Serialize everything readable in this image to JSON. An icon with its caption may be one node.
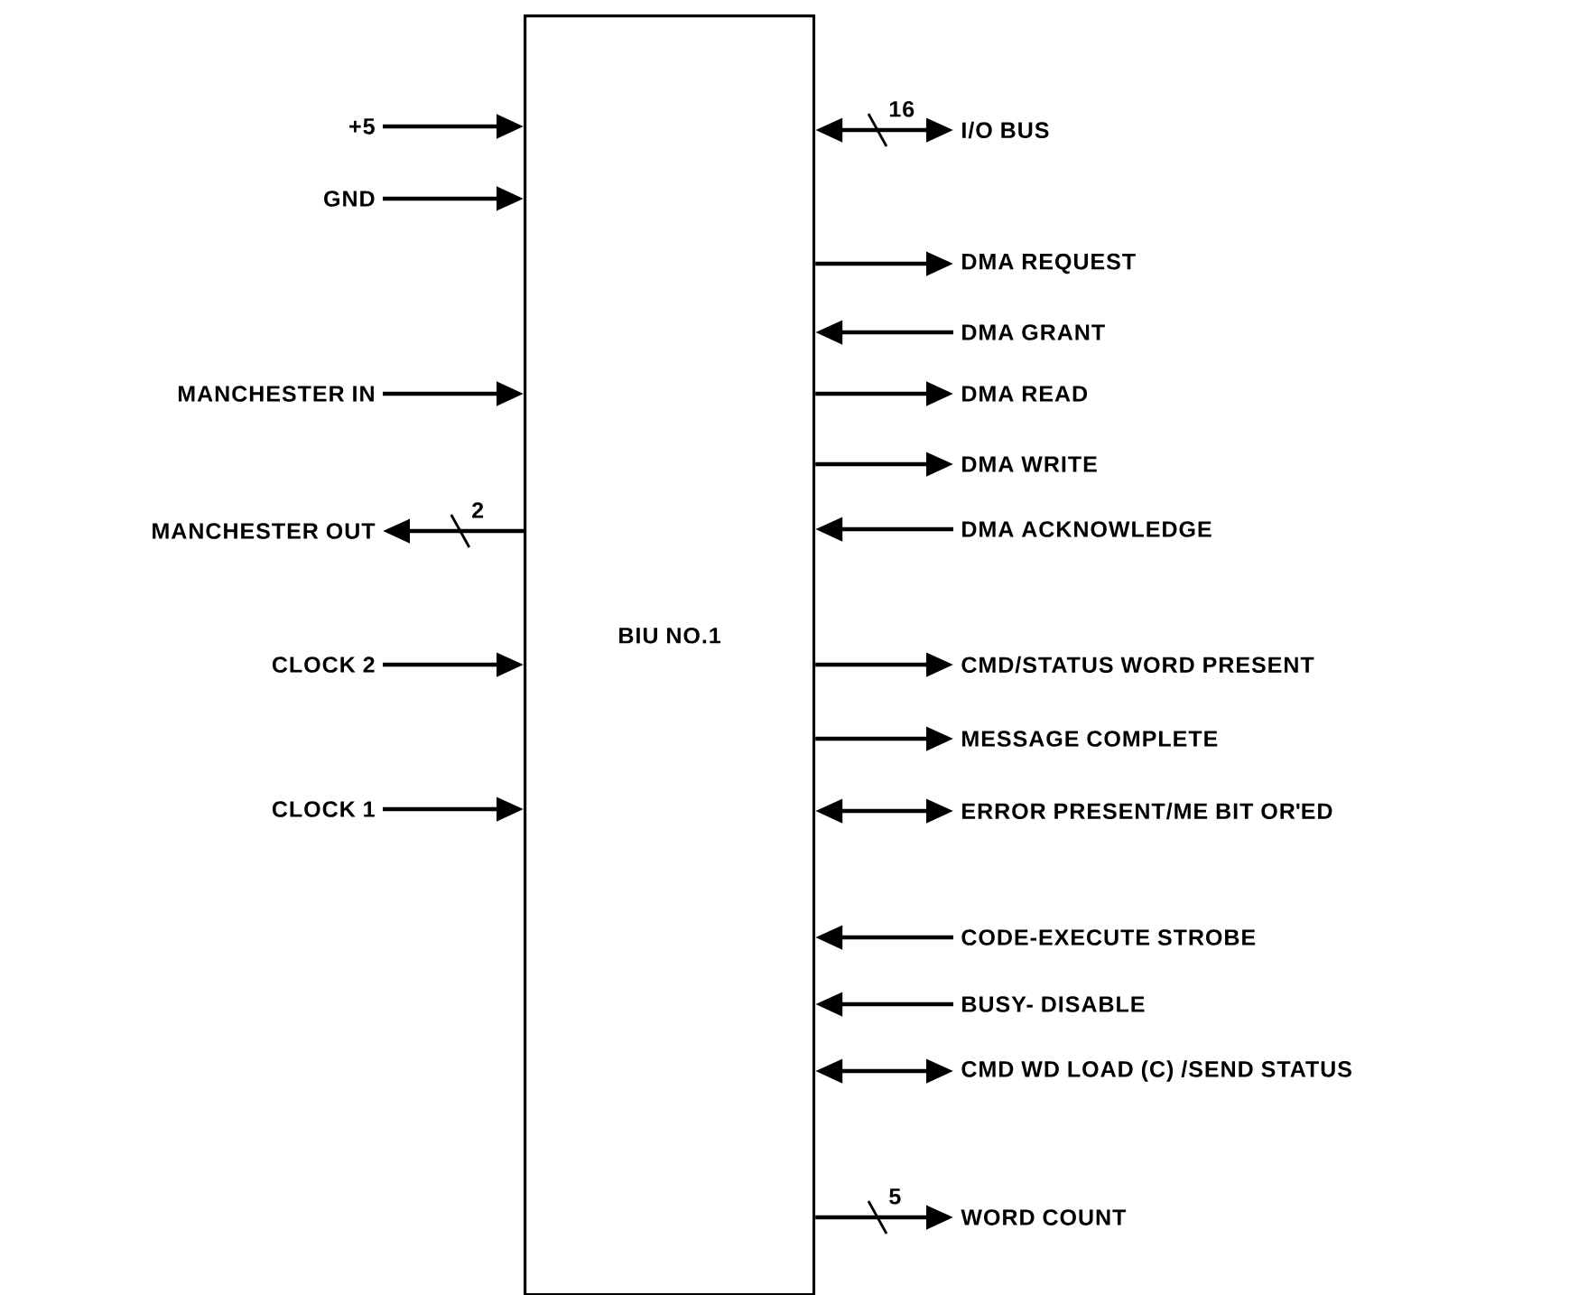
{
  "diagram": {
    "nodes": [
      {
        "text": [
          "BIU NO.1"
        ]
      },
      {
        "text": [
          "+5"
        ]
      },
      {
        "text": [
          "GND"
        ]
      },
      {
        "text": [
          "MANCHESTER IN"
        ]
      },
      {
        "text": [
          "MANCHESTER OUT"
        ]
      },
      {
        "text": [
          "CLOCK 2"
        ]
      },
      {
        "text": [
          "CLOCK 1"
        ]
      },
      {
        "text": [
          "I/O BUS"
        ]
      },
      {
        "text": [
          "DMA REQUEST"
        ]
      },
      {
        "text": [
          "DMA GRANT"
        ]
      },
      {
        "text": [
          "DMA READ"
        ]
      },
      {
        "text": [
          "DMA WRITE"
        ]
      },
      {
        "text": [
          "DMA ACKNOWLEDGE"
        ]
      },
      {
        "text": [
          "CMD/STATUS WORD PRESENT"
        ]
      },
      {
        "text": [
          "MESSAGE COMPLETE"
        ]
      },
      {
        "text": [
          "ERROR PRESENT/ME BIT OR'ED"
        ]
      },
      {
        "text": [
          "CODE-EXECUTE STROBE"
        ]
      },
      {
        "text": [
          "BUSY- DISABLE"
        ]
      },
      {
        "text": [
          "CMD WD LOAD (C) /SEND STATUS"
        ]
      },
      {
        "text": [
          "WORD COUNT"
        ]
      }
    ],
    "edges": [
      {
        "from": 1,
        "to": 0,
        "arrow": "to"
      },
      {
        "from": 2,
        "to": 0,
        "arrow": "to"
      },
      {
        "from": 3,
        "to": 0,
        "arrow": "to"
      },
      {
        "from": 0,
        "to": 4,
        "arrow": "to",
        "label": "2"
      },
      {
        "from": 5,
        "to": 0,
        "arrow": "to"
      },
      {
        "from": 6,
        "to": 0,
        "arrow": "to"
      },
      {
        "from": 0,
        "to": 7,
        "arrow": "both",
        "label": "16"
      },
      {
        "from": 0,
        "to": 8,
        "arrow": "to"
      },
      {
        "from": 9,
        "to": 0,
        "arrow": "to"
      },
      {
        "from": 0,
        "to": 10,
        "arrow": "to"
      },
      {
        "from": 0,
        "to": 11,
        "arrow": "to"
      },
      {
        "from": 12,
        "to": 0,
        "arrow": "to"
      },
      {
        "from": 0,
        "to": 13,
        "arrow": "to"
      },
      {
        "from": 0,
        "to": 14,
        "arrow": "to"
      },
      {
        "from": 0,
        "to": 15,
        "arrow": "both"
      },
      {
        "from": 16,
        "to": 0,
        "arrow": "to"
      },
      {
        "from": 17,
        "to": 0,
        "arrow": "to"
      },
      {
        "from": 0,
        "to": 18,
        "arrow": "both"
      },
      {
        "from": 0,
        "to": 19,
        "arrow": "to",
        "label": "5"
      }
    ]
  }
}
